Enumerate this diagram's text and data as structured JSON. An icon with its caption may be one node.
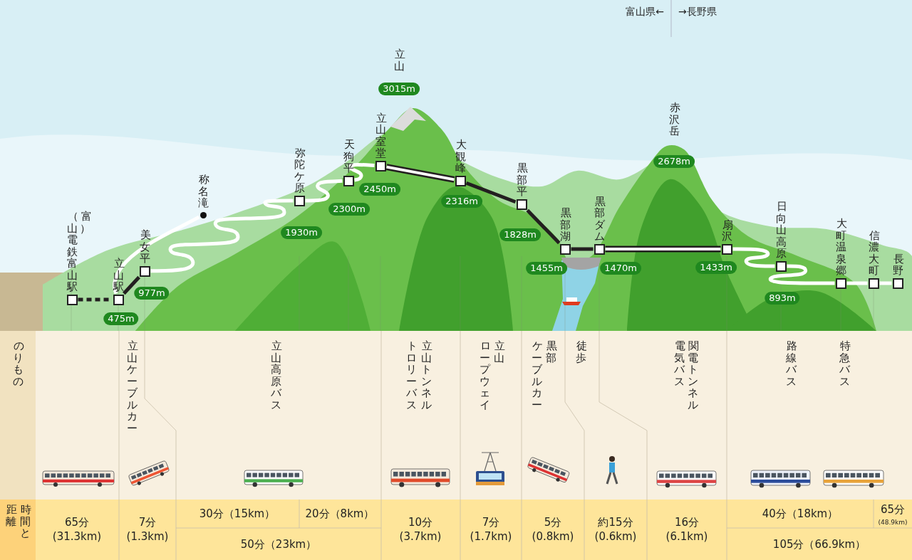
{
  "diagram": {
    "nodes": [
      {
        "text": [
          "（富山）電鉄富山駅"
        ]
      },
      {
        "text": [
          "立山駅"
        ],
        "beside": [
          "475m"
        ]
      },
      {
        "text": [
          "美女平"
        ],
        "beside": [
          "977m"
        ]
      },
      {
        "text": [
          "称名滝"
        ]
      },
      {
        "text": [
          "弥陀ケ原"
        ],
        "beside": [
          "1930m"
        ]
      },
      {
        "text": [
          "天狗平"
        ],
        "beside": [
          "2300m"
        ]
      },
      {
        "text": [
          "立山室堂"
        ],
        "beside": [
          "2450m"
        ]
      },
      {
        "text": [
          "大観峰"
        ],
        "beside": [
          "2316m"
        ]
      },
      {
        "text": [
          "黒部平"
        ],
        "beside": [
          "1828m"
        ]
      },
      {
        "text": [
          "黒部湖"
        ],
        "beside": [
          "1455m"
        ]
      },
      {
        "text": [
          "黒部ダム"
        ],
        "beside": [
          "1470m"
        ]
      },
      {
        "text": [
          "扇沢"
        ],
        "beside": [
          "1433m"
        ]
      },
      {
        "text": [
          "日向山高原"
        ],
        "beside": [
          "893m"
        ]
      },
      {
        "text": [
          "大町温泉郷"
        ]
      },
      {
        "text": [
          "信濃大町"
        ]
      },
      {
        "text": [
          "長野"
        ]
      }
    ],
    "edges": [
      {
        "from": 0,
        "to": 1,
        "arrow": "none",
        "style": "dashed",
        "color": "#231f20"
      },
      {
        "from": 1,
        "to": 2,
        "arrow": "none",
        "color": "#231f20"
      },
      {
        "from": 1,
        "to": 3,
        "arrow": "none"
      },
      {
        "from": 2,
        "to": 4,
        "arrow": "none"
      },
      {
        "from": 4,
        "to": 5,
        "arrow": "none"
      },
      {
        "from": 5,
        "to": 6,
        "arrow": "none"
      },
      {
        "from": 6,
        "to": 7,
        "arrow": "none",
        "style": "thick",
        "color": "#231f20"
      },
      {
        "from": 7,
        "to": 8,
        "arrow": "none",
        "color": "#231f20"
      },
      {
        "from": 8,
        "to": 9,
        "arrow": "none",
        "color": "#231f20"
      },
      {
        "from": 9,
        "to": 10,
        "arrow": "none",
        "color": "#231f20"
      },
      {
        "from": 10,
        "to": 11,
        "arrow": "none",
        "style": "thick",
        "color": "#231f20"
      },
      {
        "from": 11,
        "to": 12,
        "arrow": "none"
      },
      {
        "from": 12,
        "to": 13,
        "arrow": "none"
      },
      {
        "from": 13,
        "to": 14,
        "arrow": "none"
      },
      {
        "from": 14,
        "to": 15,
        "arrow": "none"
      }
    ],
    "labels": [
      "富山県←",
      "→長野県",
      "立山",
      "3015m",
      "赤沢岳",
      "2678m",
      "のりもの",
      "立山ケーブルカー",
      "立山高原バス",
      "トロリーバス",
      "立山トンネル",
      "ロープウェイ",
      "立山",
      "ケーブルカー",
      "黒部",
      "徒歩",
      "電気バス",
      "関電トンネル",
      "路線バス",
      "特急バス",
      "距離",
      "時間と",
      "65分 (31.3km)",
      "7分 (1.3km)",
      "30分（15km）",
      "20分（8km）",
      "10分 (3.7km)",
      "7分 (1.7km)",
      "5分 (0.8km)",
      "約15分 (0.6km)",
      "16分 (6.1km)",
      "40分（18km）",
      "65分",
      "(48.9km)",
      "50分（23km）",
      "105分（66.9km）"
    ]
  }
}
